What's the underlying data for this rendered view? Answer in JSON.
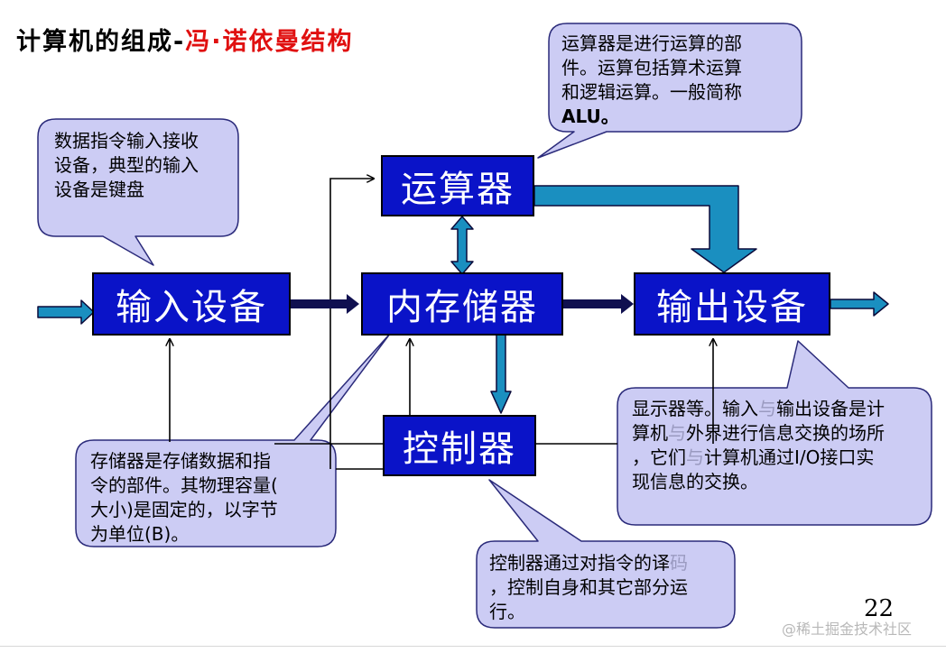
{
  "title": {
    "prefix": "计算机的组成-",
    "highlight": "冯·诺依曼结构"
  },
  "units": {
    "alu": "运算器",
    "input": "输入设备",
    "memory": "内存储器",
    "output": "输出设备",
    "control": "控制器"
  },
  "callouts": {
    "alu": {
      "lines": [
        "运算器是进行运算的部",
        "件。运算包括算术运算",
        "和逻辑运算。一般简称",
        "ALU。"
      ]
    },
    "input": {
      "lines": [
        "数据指令输入接收",
        "设备，典型的输入",
        "设备是键盘"
      ]
    },
    "memory": {
      "lines": [
        "存储器是存储数据和指",
        "令的部件。其物理容量(",
        "大小)是固定的，以字节",
        "为单位(B)。"
      ]
    },
    "output": {
      "line1_a": "显示器等。输入",
      "line1_b": "与",
      "line1_c": "输出设备是计",
      "line2_a": "算机",
      "line2_b": "与",
      "line2_c": "外界进行信息交换的场所",
      "line3_a": "，它们",
      "line3_b": "与",
      "line3_c": "计算机通过I/O接口实",
      "line4": "现信息的交换。"
    },
    "control": {
      "line1_a": "控制器通过对指令的译",
      "line1_b": "码",
      "line2": "，控制自身和其它部分运",
      "line3": "行。"
    }
  },
  "page_number": "22",
  "watermark": "@稀土掘金技术社区",
  "colors": {
    "box_fill": "#0a13c8",
    "thick_arrow": "#1a8fc0",
    "callout_fill": "#ccccf4",
    "title_red": "#e01010"
  }
}
